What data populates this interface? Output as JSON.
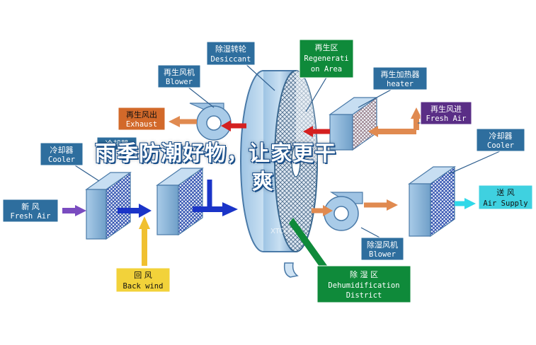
{
  "labels": {
    "desiccant": {
      "zh": "除湿转轮",
      "en": "Desiccant"
    },
    "regen_area": {
      "zh": "再生区",
      "en1": "Regenerati",
      "en2": "on Area"
    },
    "regen_blower": {
      "zh": "再生风机",
      "en": "Blower"
    },
    "regen_heater": {
      "zh": "再生加热器",
      "en": "heater"
    },
    "exhaust": {
      "zh": "再生风出",
      "en": "Exhaust"
    },
    "fresh_in": {
      "zh": "再生风进",
      "en": "Fresh Air"
    },
    "cooler_left": {
      "zh": "冷却器",
      "en": "Cooler"
    },
    "cooler_mid_partial": {
      "zh": "冷却器"
    },
    "cooler_right": {
      "zh": "冷却器",
      "en": "Cooler"
    },
    "fresh_air": {
      "zh": "新   风",
      "en": "Fresh Air"
    },
    "supply": {
      "zh": "送   风",
      "en": "Air Supply"
    },
    "back_wind": {
      "zh": "回   风",
      "en": "Back wind"
    },
    "process_blower": {
      "zh": "除湿风机",
      "en": "Blower"
    },
    "dehum": {
      "zh": "除   湿   区",
      "en1": "Dehumidification",
      "en2": "District"
    }
  },
  "watermark": "XTCLEAN",
  "banner": {
    "line1": "雨季防潮好物，让家更干",
    "line2": "爽"
  },
  "colors": {
    "label_blue": "#2e6e9e",
    "label_orange": "#d2692a",
    "label_purple": "#5a2e86",
    "label_cyan": "#3fd1e0",
    "label_yellow": "#f2d23a",
    "label_green": "#0f8a3a",
    "arrow_red": "#d42020",
    "arrow_orange": "#e08a50",
    "arrow_blue": "#1a34c8",
    "arrow_purple": "#7a4cc0",
    "arrow_yellow": "#f0c030",
    "arrow_cyan": "#30d8e8"
  }
}
